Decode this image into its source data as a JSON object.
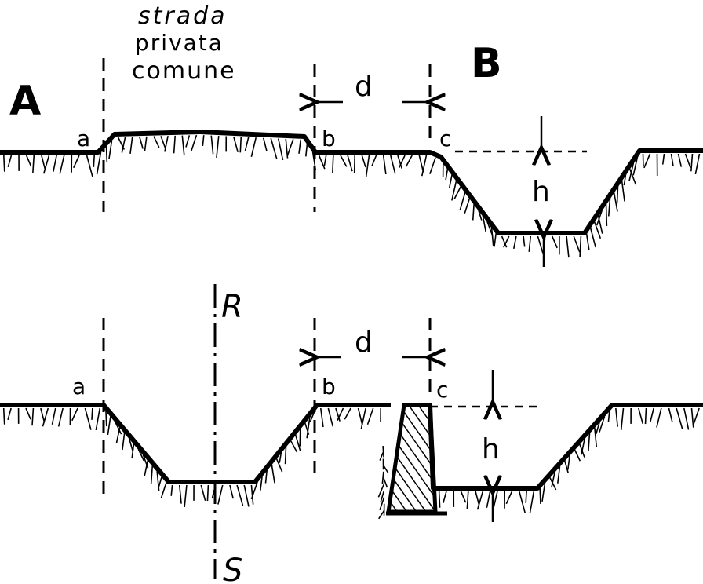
{
  "top_section": {
    "label_A": "A",
    "label_B": "B",
    "road_text": [
      "strada",
      "privata",
      "comune"
    ],
    "point_a": "a",
    "point_b": "b",
    "point_c": "c",
    "distance": "d",
    "height": "h"
  },
  "bottom_section": {
    "label_R": "R",
    "label_S": "S",
    "point_a": "a",
    "point_b": "b",
    "point_c": "c",
    "distance": "d",
    "height": "h"
  },
  "colors": {
    "ink": "#000000",
    "paper": "#ffffff"
  }
}
